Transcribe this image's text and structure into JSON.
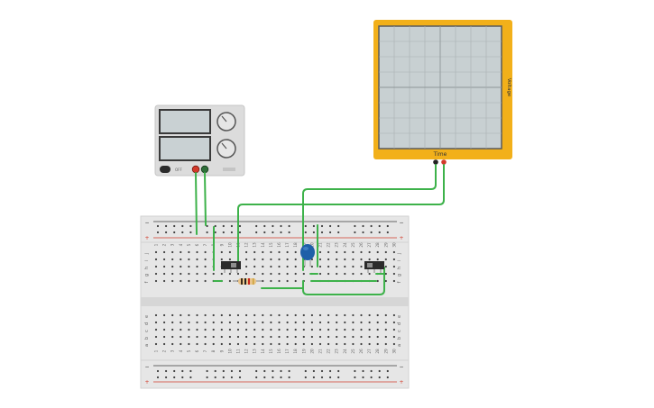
{
  "canvas": {
    "background": "#ffffff"
  },
  "oscilloscope": {
    "x_label": "Time",
    "y_label": "Voltage",
    "frame_color": "#f2b01a",
    "screen_color": "#c8d0d2",
    "grid_divisions": 8
  },
  "power_supply": {
    "knob_labels": [
      "",
      ""
    ],
    "off_label": "OFF",
    "terminal_colors": [
      "#d23a2a",
      "#2f6f3a"
    ]
  },
  "breadboard": {
    "column_numbers": [
      "1",
      "2",
      "3",
      "4",
      "5",
      "6",
      "7",
      "8",
      "9",
      "10",
      "11",
      "12",
      "13",
      "14",
      "15",
      "16",
      "17",
      "18",
      "19",
      "20",
      "21",
      "22",
      "23",
      "24",
      "25",
      "26",
      "27",
      "28",
      "29",
      "30"
    ],
    "row_letters_top": [
      "j",
      "i",
      "h",
      "g",
      "f"
    ],
    "row_letters_bottom": [
      "e",
      "d",
      "c",
      "b",
      "a"
    ],
    "rail_signs": {
      "minus": "−",
      "plus": "+"
    },
    "rail_colors": {
      "minus": "#3a3a3a",
      "plus": "#d23a2a"
    }
  },
  "components": {
    "wire_color": "#3db24a",
    "capacitor_color": "#1f5fa8",
    "switch_body_color": "#2b2b2b"
  }
}
